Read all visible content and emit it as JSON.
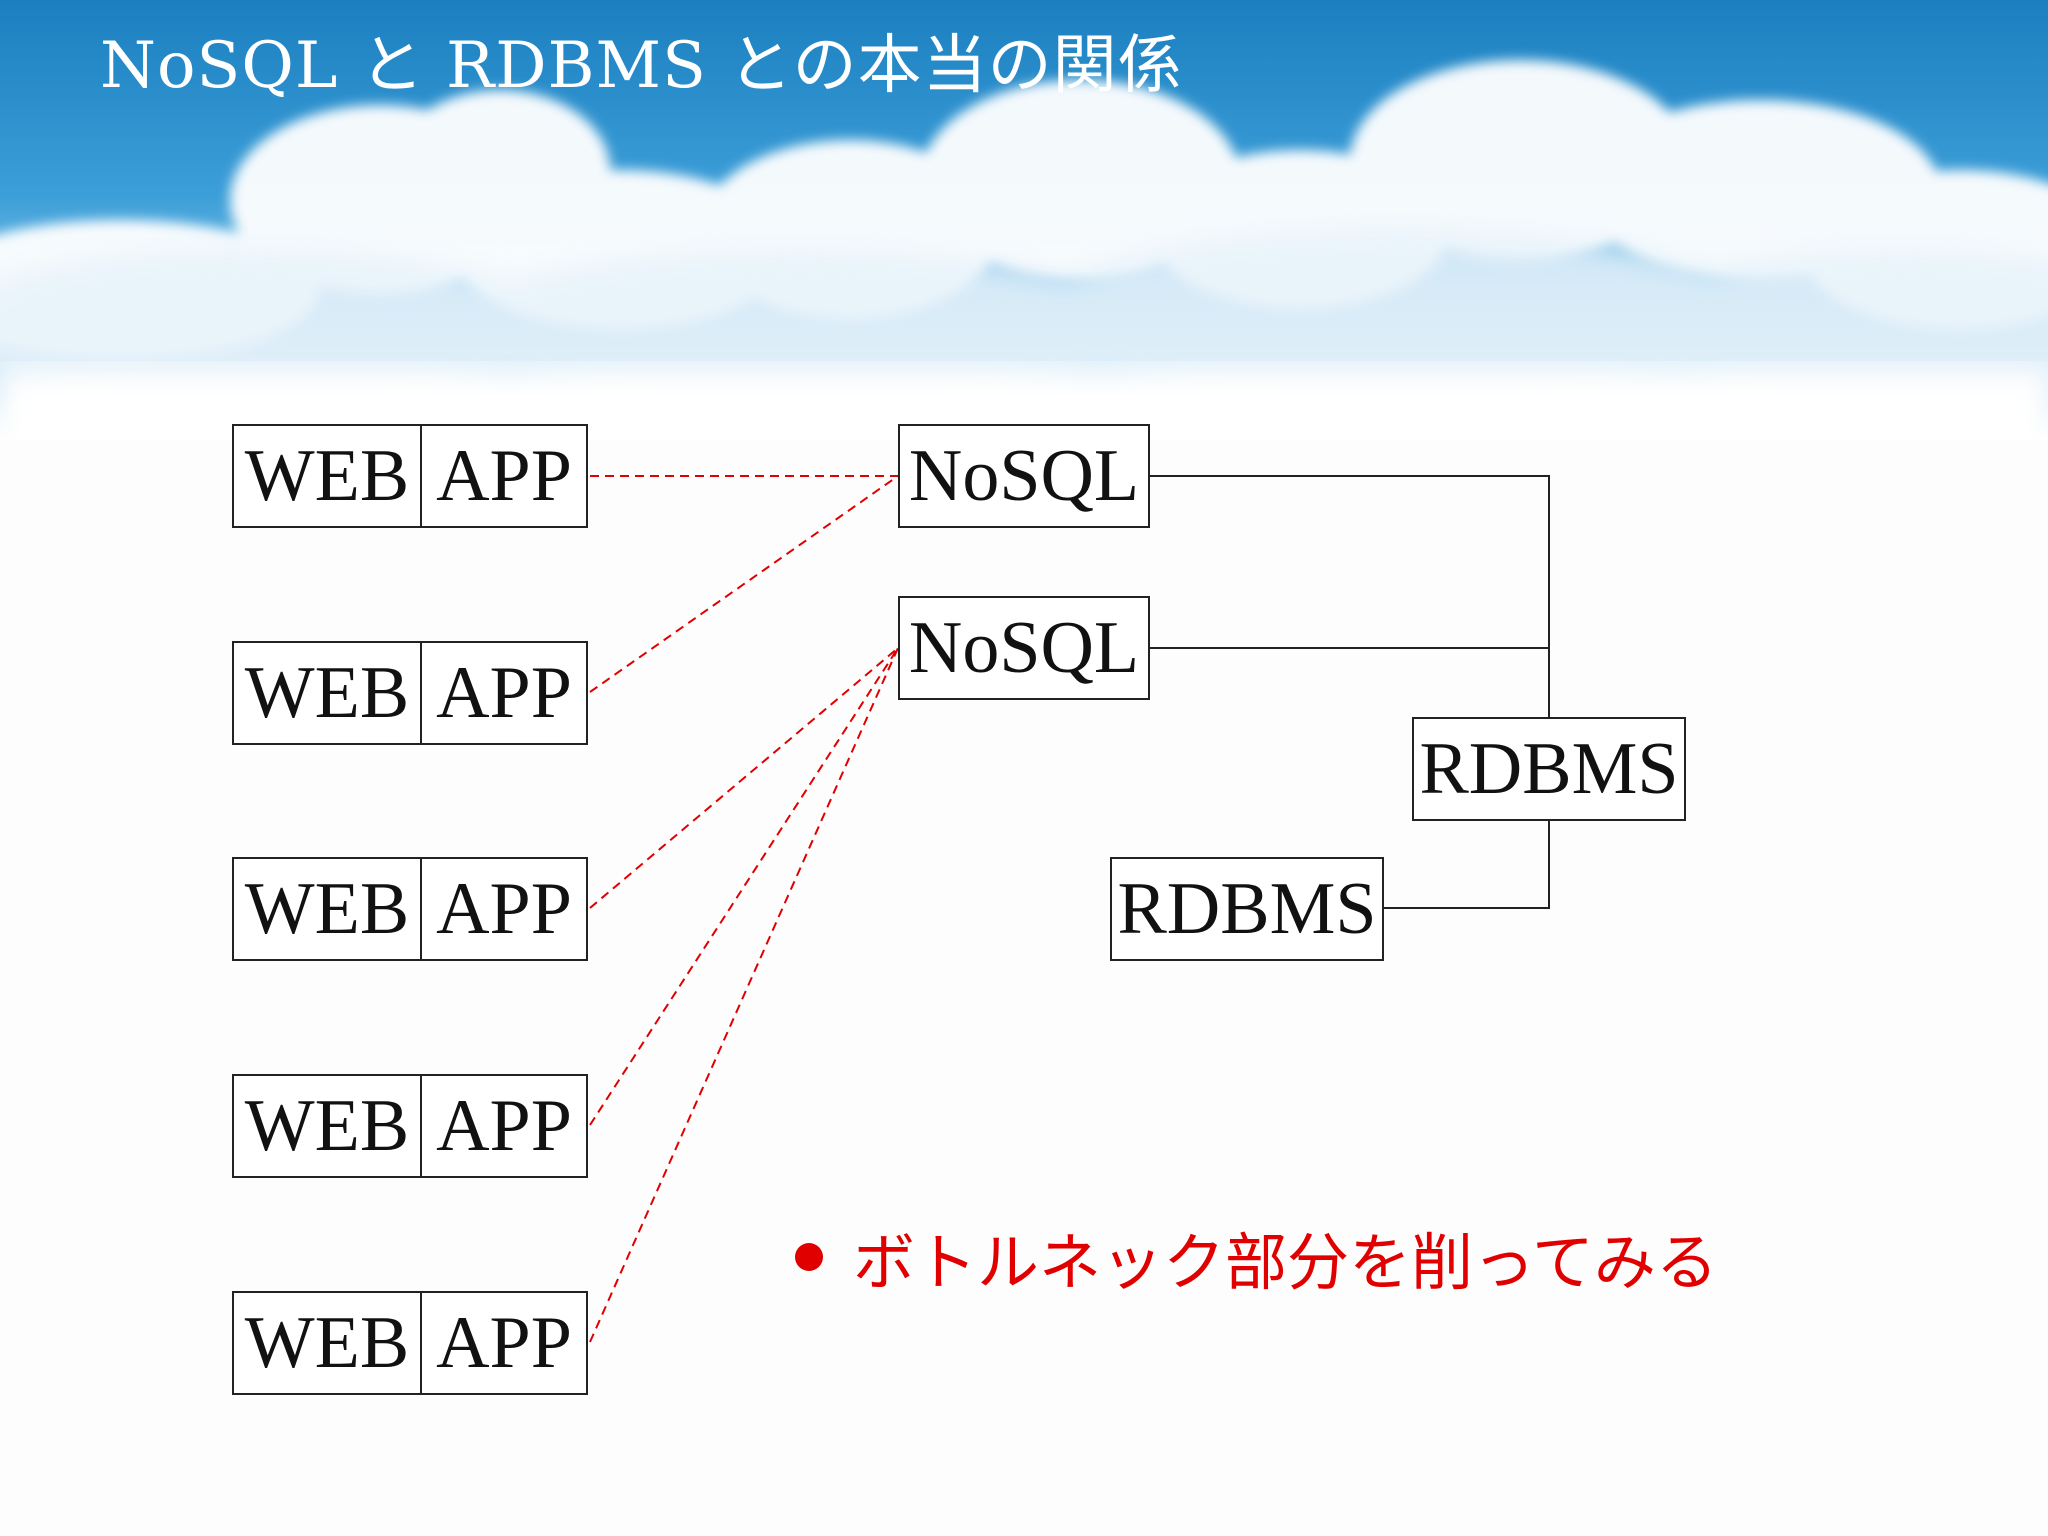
{
  "slide": {
    "title": "NoSQL と RDBMS との本当の関係",
    "note": "ボトルネック部分を削ってみる"
  },
  "diagram": {
    "web_app_pairs": [
      {
        "web": "WEB",
        "app": "APP"
      },
      {
        "web": "WEB",
        "app": "APP"
      },
      {
        "web": "WEB",
        "app": "APP"
      },
      {
        "web": "WEB",
        "app": "APP"
      },
      {
        "web": "WEB",
        "app": "APP"
      }
    ],
    "nosql_nodes": [
      "NoSQL",
      "NoSQL"
    ],
    "rdbms_nodes": [
      "RDBMS",
      "RDBMS"
    ]
  },
  "colors": {
    "sky_top": "#1f86c4",
    "sky_mid": "#5fb2e0",
    "connector_dashed": "#e00000",
    "connector_solid": "#222222",
    "note_text": "#e00000"
  }
}
